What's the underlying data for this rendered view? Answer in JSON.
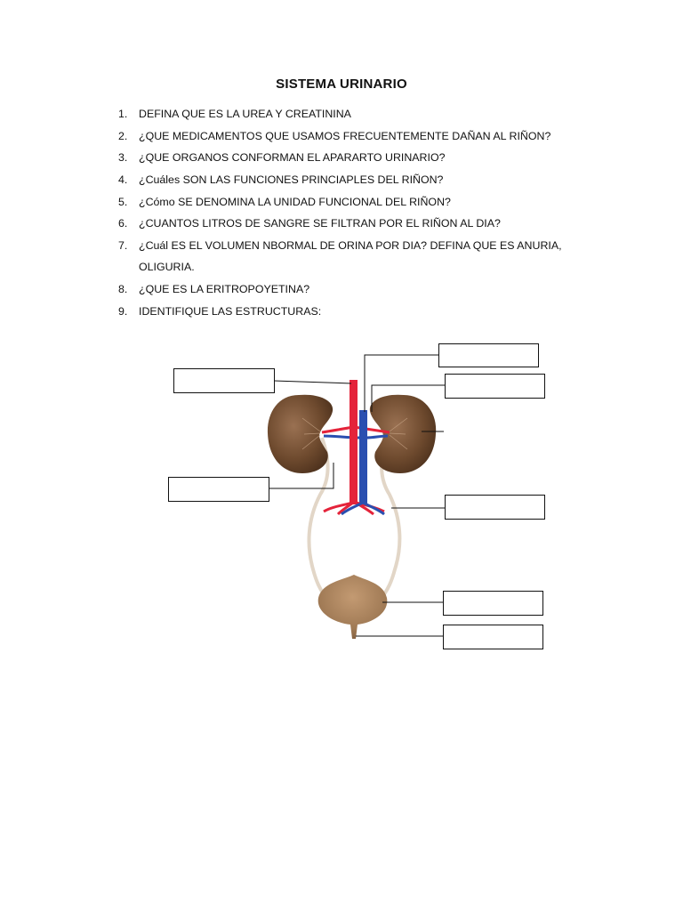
{
  "title": "SISTEMA URINARIO",
  "questions": [
    {
      "num": "1.",
      "text": "DEFINA QUE ES LA UREA Y CREATININA"
    },
    {
      "num": "2.",
      "text": "¿QUE MEDICAMENTOS QUE USAMOS FRECUENTEMENTE DAÑAN AL RIÑON?"
    },
    {
      "num": "3.",
      "text": "¿QUE ORGANOS CONFORMAN EL APARARTO URINARIO?"
    },
    {
      "num": "4.",
      "text": "¿Cuáles SON LAS FUNCIONES PRINCIAPLES DEL RIÑON?"
    },
    {
      "num": "5.",
      "text": "¿Cómo SE DENOMINA LA UNIDAD FUNCIONAL DEL RIÑON?"
    },
    {
      "num": "6.",
      "text": "¿CUANTOS LITROS DE SANGRE SE FILTRAN POR EL RIÑON AL DIA?"
    },
    {
      "num": "7.",
      "text": "¿Cuál ES EL VOLUMEN NBORMAL DE ORINA POR DIA? DEFINA QUE ES ANURIA,",
      "text_cont": "OLIGURIA."
    },
    {
      "num": "8.",
      "text": "¿QUE ES LA ERITROPOYETINA?"
    },
    {
      "num": "9.",
      "text": "IDENTIFIQUE LAS ESTRUCTURAS:"
    }
  ],
  "colors": {
    "kidney": "#6e4a2e",
    "bladder": "#a07a55",
    "artery": "#e4233a",
    "vein": "#2a4fb0",
    "ureter": "#e8ddd0"
  }
}
